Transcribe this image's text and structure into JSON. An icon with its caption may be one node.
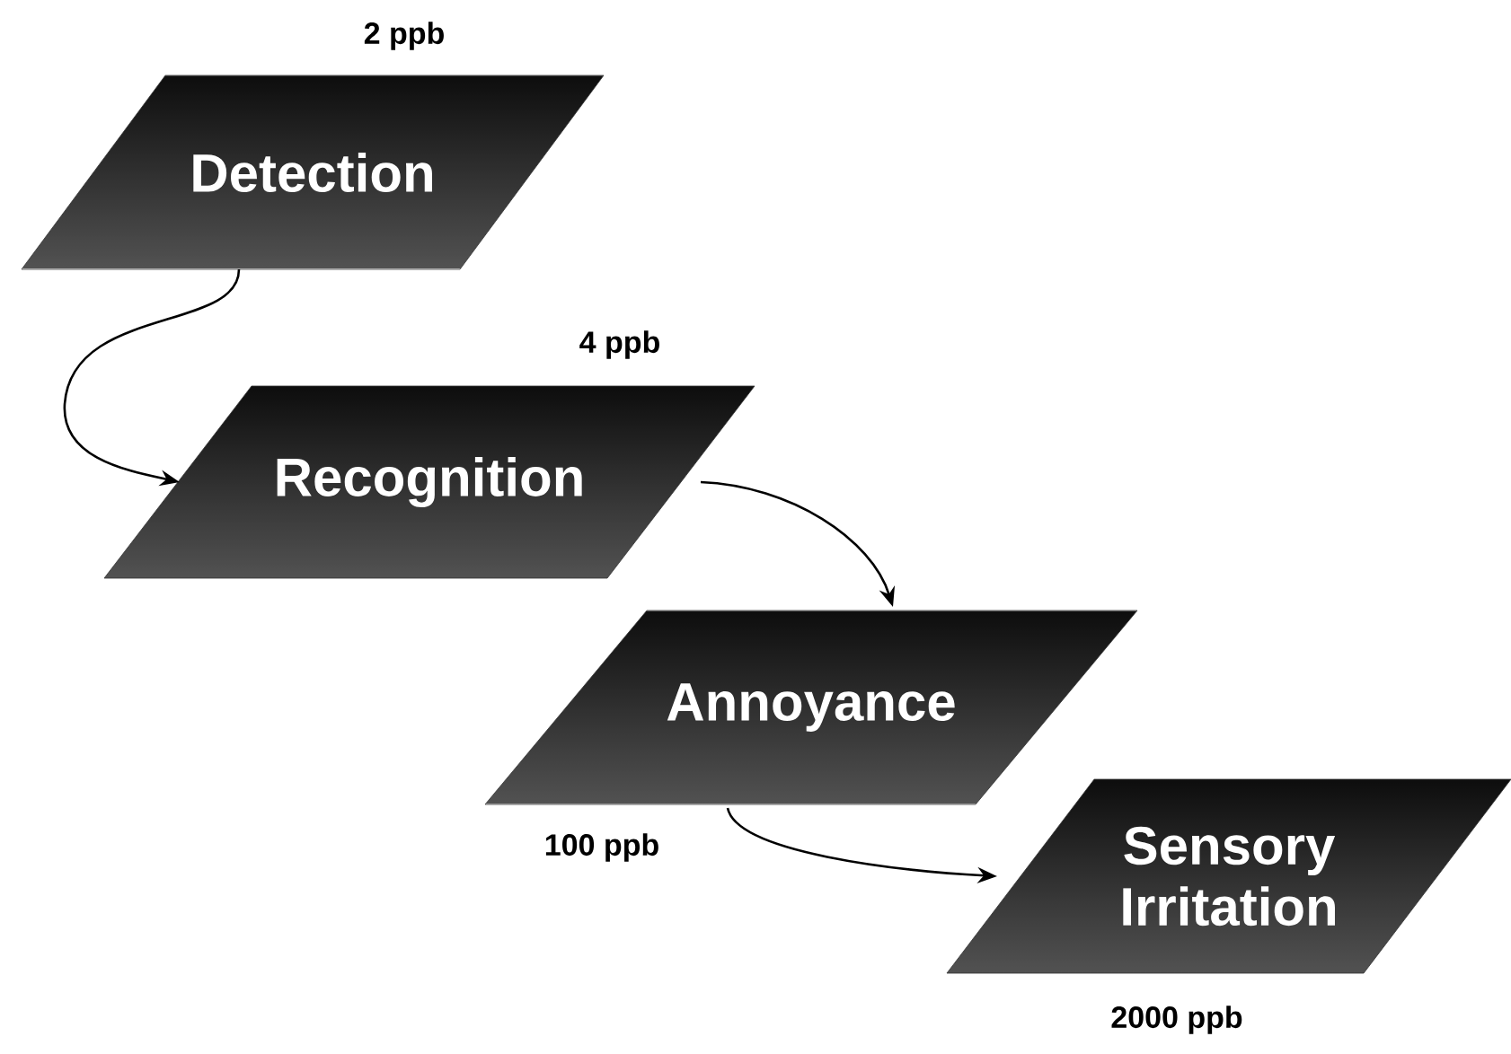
{
  "diagram": {
    "nodes": [
      {
        "text": [
          "Detection"
        ],
        "beside": [
          "2 ppb"
        ]
      },
      {
        "text": [
          "Recognition"
        ],
        "beside": [
          "4 ppb"
        ]
      },
      {
        "text": [
          "Annoyance"
        ],
        "beside": [
          "100 ppb"
        ]
      },
      {
        "text": [
          "Sensory Irritation"
        ],
        "beside": [
          "2000 ppb"
        ]
      }
    ],
    "edges": [
      {
        "from": 0,
        "to": 1,
        "arrow": "to"
      },
      {
        "from": 1,
        "to": 2,
        "arrow": "to"
      },
      {
        "from": 2,
        "to": 3,
        "arrow": "to"
      }
    ]
  }
}
